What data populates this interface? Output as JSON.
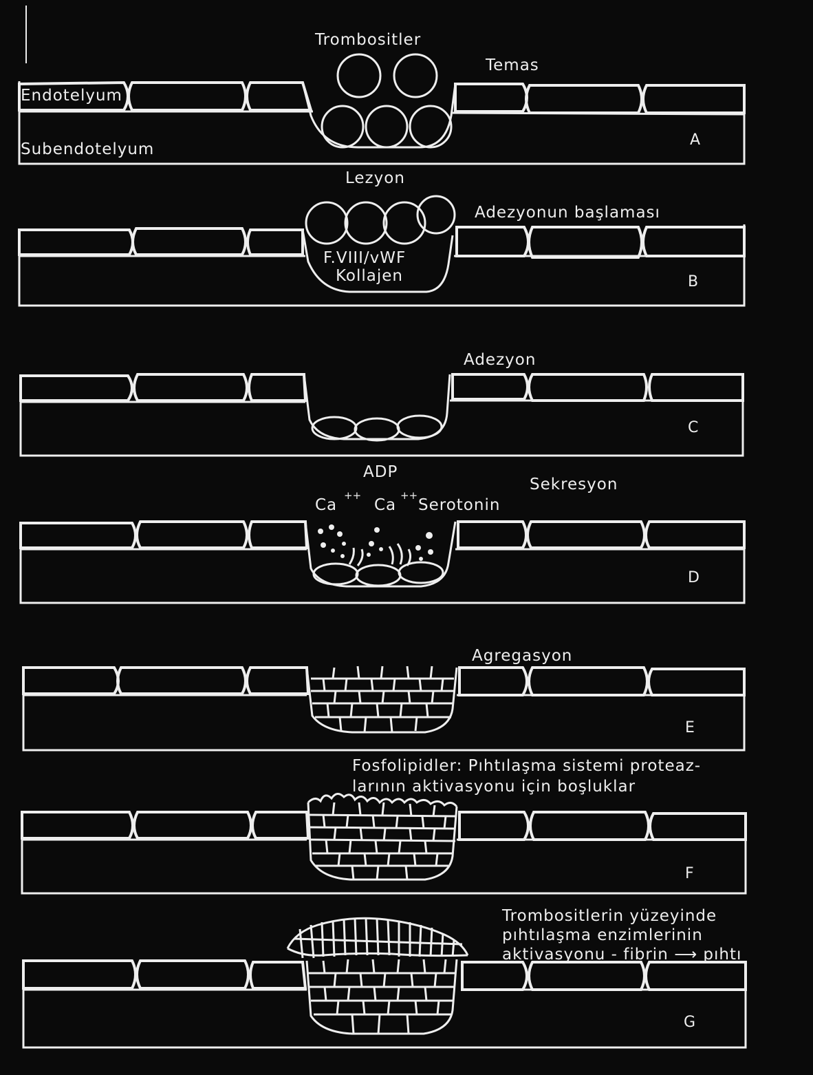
{
  "labels": {
    "trombositler": "Trombositler",
    "temas": "Temas",
    "endotelyum": "Endotelyum",
    "subendotelyum": "Subendotelyum",
    "lezyon": "Lezyon",
    "adezyonun_baslamasi": "Adezyonun başlaması",
    "fviii_vwf": "F.VIII/vWF",
    "kollajen": "Kollajen",
    "adezyon": "Adezyon",
    "adp": "ADP",
    "ca1": "Ca",
    "ca2": "Ca",
    "ca_charge": "++",
    "serotonin": "Serotonin",
    "sekresyon": "Sekresyon",
    "agregasyon": "Agregasyon",
    "fosfolipidler_line1": "Fosfolipidler: Pıhtılaşma sistemi proteaz-",
    "fosfolipidler_line2": "larının aktivasyonu için boşluklar",
    "trombositlerin_line1": "Trombositlerin yüzeyinde",
    "trombositlerin_line2": "pıhtılaşma enzimlerinin",
    "trombositlerin_line3": "aktivasyonu - fibrin ⟶ pıhtı"
  },
  "panels": [
    {
      "letter": "A"
    },
    {
      "letter": "B"
    },
    {
      "letter": "C"
    },
    {
      "letter": "D"
    },
    {
      "letter": "E"
    },
    {
      "letter": "F"
    },
    {
      "letter": "G"
    }
  ],
  "colors": {
    "background": "#0a0a0a",
    "lines": "#eeeeee"
  }
}
